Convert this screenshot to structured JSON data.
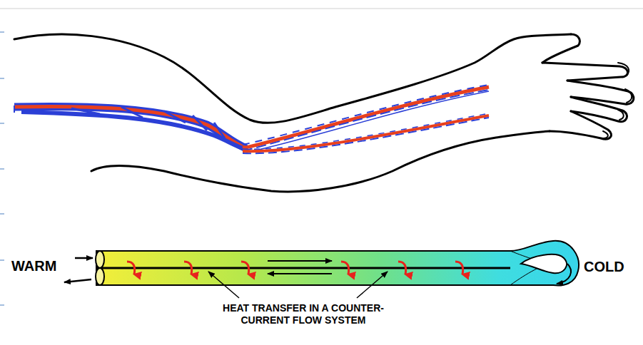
{
  "diagram": {
    "labels": [
      "WARM",
      "COLD",
      "HEAT TRANSFER IN A COUNTER- CURRENT FLOW SYSTEM"
    ]
  }
}
